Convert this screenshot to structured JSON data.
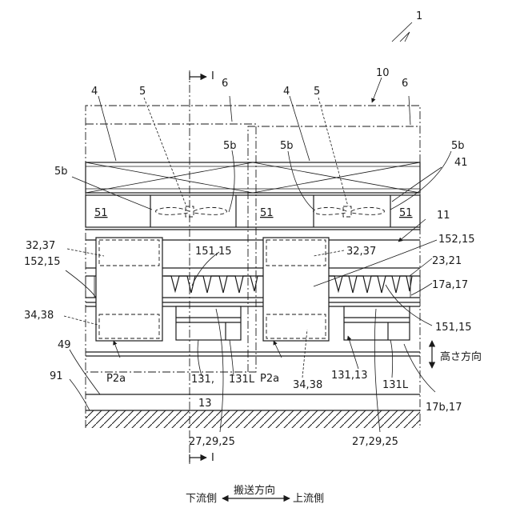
{
  "labels": {
    "l1": "1",
    "l10": "10",
    "l6a": "6",
    "l6b": "6",
    "l4a": "4",
    "l4b": "4",
    "l5a": "5",
    "l5b": "5",
    "l5b1": "5b",
    "l5b2": "5b",
    "l5b3": "5b",
    "l5b4": "5b",
    "l41": "41",
    "l51a": "51",
    "l51b": "51",
    "l51c": "51",
    "l11": "11",
    "l3237a": "32,37",
    "l3237b": "32,37",
    "l15215a": "152,15",
    "l15215b": "152,15",
    "l15115a": "151,15",
    "l15115b": "151,15",
    "l2321": "23,21",
    "l17a17": "17a,17",
    "l3438a": "34,38",
    "l3438b": "34,38",
    "l49": "49",
    "l91": "91",
    "lP2a1": "P2a",
    "lP2a2": "P2a",
    "l131a": "131,",
    "l13a": "13",
    "l131L1": "131L",
    "l13113": "131,13",
    "l131L2": "131L",
    "l17b17": "17b,17",
    "l272925a": "27,29,25",
    "l272925b": "27,29,25",
    "height_dir": "高さ方向",
    "section_I_top": "I",
    "section_I_bottom": "I"
  },
  "legend": {
    "transport_dir": "搬送方向",
    "downstream": "下流側",
    "upstream": "上流側"
  }
}
